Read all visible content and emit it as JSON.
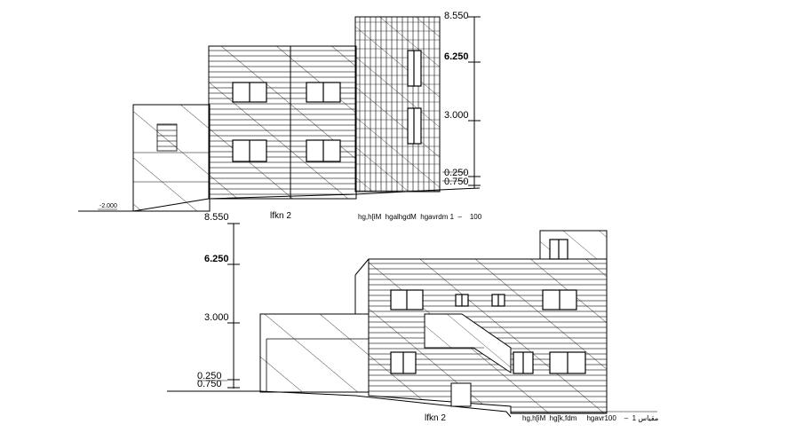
{
  "upper_elevation": {
    "levels": [
      "8.550",
      "6.250",
      "3.000",
      "0.250",
      "0.750"
    ],
    "ground_level": "-2.000",
    "label": "lfkn 2",
    "note": "hg,h[iM  hgalhgdM  hgavrdm 1  –    100"
  },
  "lower_elevation": {
    "levels": [
      "8.550",
      "6.250",
      "3.000",
      "0.250",
      "0.750"
    ],
    "label": "lfkn 2",
    "note": "hg,h[iM  hg[k,fdm     hgavrمقياس 1  –    100"
  }
}
